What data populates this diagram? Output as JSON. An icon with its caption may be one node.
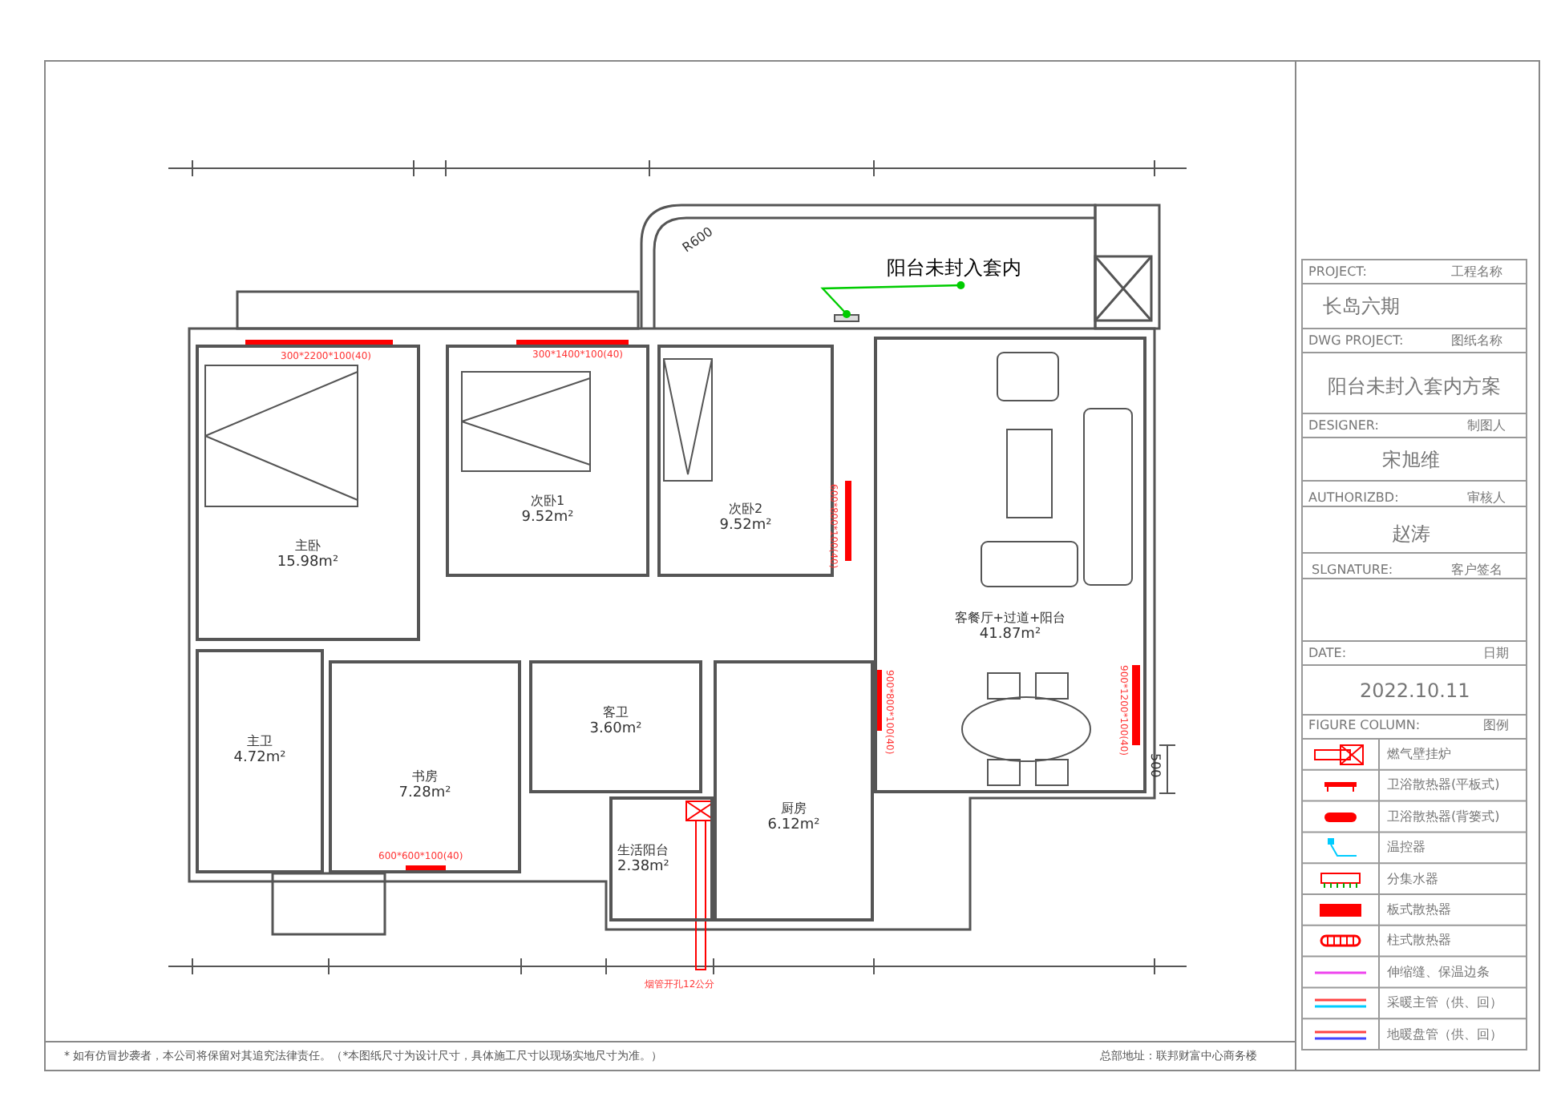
{
  "diagram": {
    "nodes": [
      {
        "text": [
          "主卧",
          "15.98m²"
        ]
      },
      {
        "text": [
          "次卧1",
          "9.52m²"
        ]
      },
      {
        "text": [
          "次卧2",
          "9.52m²"
        ]
      },
      {
        "text": [
          "客餐厅+过道+阳台",
          "41.87m²"
        ]
      },
      {
        "text": [
          "主卫",
          "4.72m²"
        ]
      },
      {
        "text": [
          "书房",
          "7.28m²"
        ]
      },
      {
        "text": [
          "客卫",
          "3.60m²"
        ]
      },
      {
        "text": [
          "厨房",
          "6.12m²"
        ]
      },
      {
        "text": [
          "生活阳台",
          "2.38m²"
        ]
      },
      {
        "text": [
          "阳台未封入套内"
        ]
      },
      {
        "text": [],
        "shape": "bar"
      }
    ],
    "edges": [
      {
        "from": 9,
        "to": 10,
        "arrow": "other"
      }
    ],
    "labels": [
      "R600",
      "300*2200*100(40)",
      "300*1400*100(40)",
      "600*800*100(40)",
      "900*800*100(40)",
      "900*1200*100(40)",
      "500",
      "600*600*100(40)",
      "烟管开孔12公分",
      "PROJECT:",
      "工程名称",
      "长岛六期",
      "DWG PROJECT:",
      "图纸名称",
      "阳台未封入套内方案",
      "DESIGNER:",
      "制图人",
      "宋旭维",
      "AUTHORIZBD:",
      "审核人",
      "赵涛",
      "SLGNATURE:",
      "客户签名",
      "DATE:",
      "日期",
      "2022.10.11",
      "FIGURE COLUMN:",
      "图例",
      "* 如有仿冒抄袭者，本公司将保留对其追究法律责任。（*本图纸尺寸为设计尺寸，具体施工尺寸以现场实地尺寸为准。）",
      "总部地址：联邦财富中心商务楼"
    ],
    "legend": [
      {
        "text": "燃气壁挂炉"
      },
      {
        "text": "卫浴散热器(平板式)"
      },
      {
        "text": "卫浴散热器(背篓式)"
      },
      {
        "text": "温控器"
      },
      {
        "text": "分集水器"
      },
      {
        "text": "板式散热器"
      },
      {
        "text": "柱式散热器"
      },
      {
        "text": "伸缩缝、保温边条"
      },
      {
        "text": "采暖主管（供、回）"
      },
      {
        "text": "地暖盘管（供、回）"
      }
    ]
  }
}
